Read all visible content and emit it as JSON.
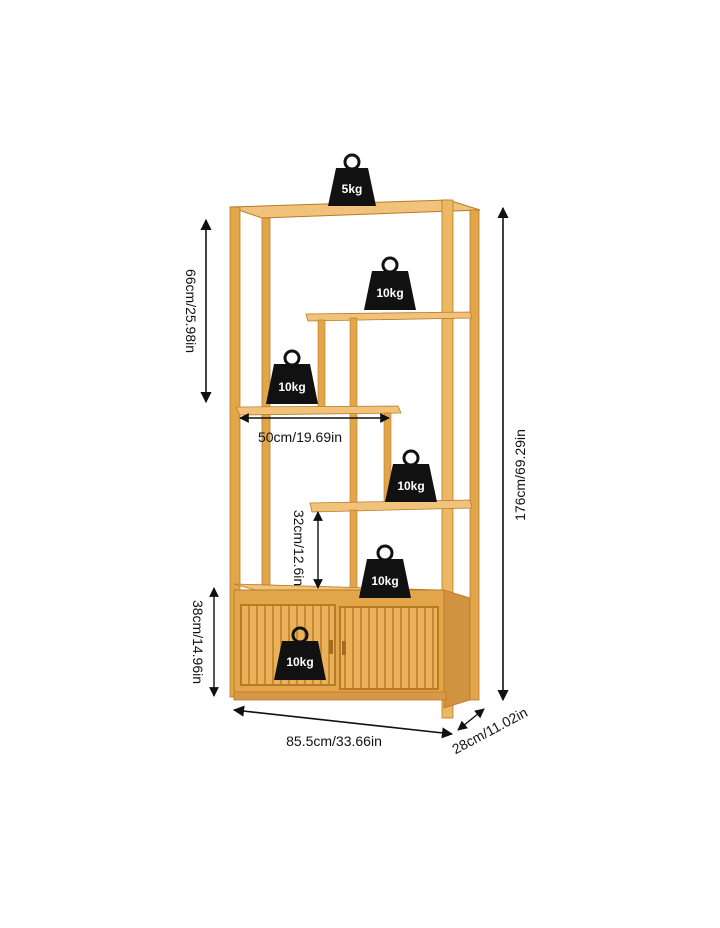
{
  "dimensions": {
    "total_height": "176cm/69.29in",
    "top_section_height": "66cm/25.98in",
    "shelf_width": "50cm/19.69in",
    "shelf_spacing": "32cm/12.6in",
    "cabinet_height": "38cm/14.96in",
    "total_width": "85.5cm/33.66in",
    "depth": "28cm/11.02in"
  },
  "weight_limits": {
    "top": "5kg",
    "upper_right_shelf": "10kg",
    "middle_left_shelf": "10kg",
    "middle_right_shelf": "10kg",
    "lower_shelf": "10kg",
    "cabinet": "10kg"
  },
  "colors": {
    "bamboo": "#E2A64A",
    "bamboo_light": "#F0C27A",
    "bamboo_dark": "#B97A25",
    "weight_icon": "#111111",
    "dimension_line": "#111111"
  }
}
